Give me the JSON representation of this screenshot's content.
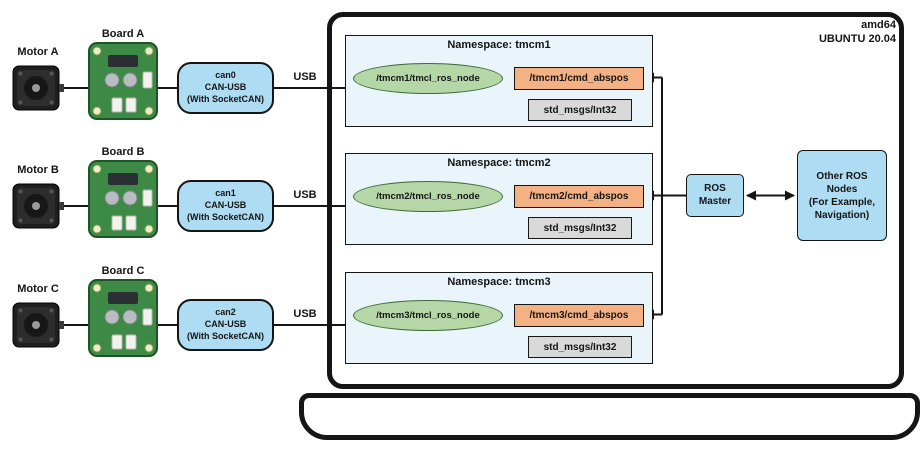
{
  "platform": "amd64\nUBUNTU 20.04",
  "rows": [
    {
      "motor": "Motor A",
      "board": "Board A",
      "can": "can0\nCAN-USB\n(With SocketCAN)",
      "usb": "USB",
      "namespace": "Namespace: tmcm1",
      "node": "/tmcm1/tmcl_ros_node",
      "topic": "/tmcm1/cmd_abspos",
      "msg": "std_msgs/Int32"
    },
    {
      "motor": "Motor B",
      "board": "Board B",
      "can": "can1\nCAN-USB\n(With SocketCAN)",
      "usb": "USB",
      "namespace": "Namespace: tmcm2",
      "node": "/tmcm2/tmcl_ros_node",
      "topic": "/tmcm2/cmd_abspos",
      "msg": "std_msgs/Int32"
    },
    {
      "motor": "Motor C",
      "board": "Board C",
      "can": "can2\nCAN-USB\n(With SocketCAN)",
      "usb": "USB",
      "namespace": "Namespace: tmcm3",
      "node": "/tmcm3/tmcl_ros_node",
      "topic": "/tmcm3/cmd_abspos",
      "msg": "std_msgs/Int32"
    }
  ],
  "ros_master": "ROS\nMaster",
  "other_nodes": "Other ROS\nNodes\n(For Example,\nNavigation)"
}
